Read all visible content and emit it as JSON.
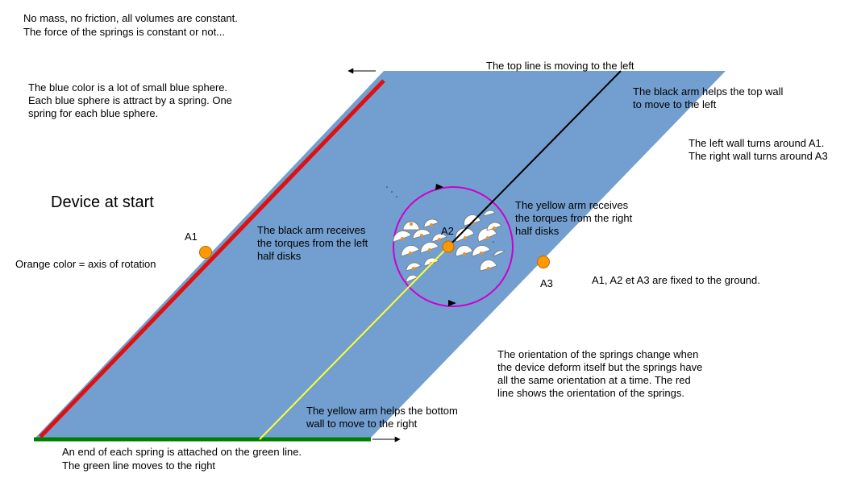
{
  "colors": {
    "panel": "#729fcf",
    "red_line": "#e01010",
    "green_line": "#008000",
    "axis_orange": "#ff9900",
    "circle": "#cc00cc",
    "yellow_arm": "#ffff33",
    "black_arm": "#000000"
  },
  "icons": {
    "axis": "orange-circle-axis",
    "arrow": "left-right-arrow"
  },
  "notes": {
    "intro_line1": "No mass, no friction, all volumes are constant.",
    "intro_line2": "The force of the springs is constant or not...",
    "blue_line1": "The blue color is a lot of small blue sphere.",
    "blue_line2": "Each blue sphere is attract by a spring. One",
    "blue_line3": "spring for each blue sphere.",
    "top_line": "The top line is moving to the left",
    "black_arm_top_line1": "The black arm helps the top wall",
    "black_arm_top_line2": "to move to the left",
    "walls_line1": "The left wall turns around A1.",
    "walls_line2": "The right wall turns around A3",
    "title": "Device at start",
    "black_arm_torque_line1": "The black arm receives",
    "black_arm_torque_line2": "the torques from the left",
    "black_arm_torque_line3": "half disks",
    "yellow_arm_torque_line1": "The yellow arm receives",
    "yellow_arm_torque_line2": "the torques from the right",
    "yellow_arm_torque_line3": "half disks",
    "orange_axis": "Orange color = axis of rotation",
    "fixed": "A1, A2 et A3 are fixed to the ground.",
    "springs_line1": "The orientation of the springs change when",
    "springs_line2": "the device deform itself but the springs have",
    "springs_line3": "all the same orientation at a time. The red",
    "springs_line4": "line shows the orientation of the springs.",
    "yellow_arm_bottom_line1": "The yellow arm helps the bottom",
    "yellow_arm_bottom_line2": "wall to move to the right",
    "green_line1": "An end of each spring is attached on the green line.",
    "green_line2": "The green line moves to the right"
  },
  "labels": {
    "a1": "A1",
    "a2": "A2",
    "a3": "A3"
  }
}
